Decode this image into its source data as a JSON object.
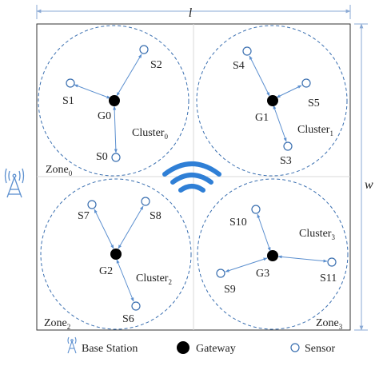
{
  "colors": {
    "cluster_border": "#3a6fb0",
    "link": "#5b8fcf",
    "gateway": "#000000",
    "sensor_stroke": "#3a6fb0",
    "wifi": "#2f7fd6",
    "grid": "#d9d9d9",
    "frame": "#333333",
    "dimension_line": "#8aa9d4"
  },
  "dimensions": {
    "length": "l",
    "width": "w"
  },
  "zones": [
    {
      "id": "zone0",
      "label": "Zone",
      "sub": "0"
    },
    {
      "id": "zone1",
      "label": "Zone",
      "sub": "2"
    },
    {
      "id": "zone3",
      "label": "Zone",
      "sub": "3"
    }
  ],
  "clusters": [
    {
      "id": "cluster0",
      "label": "Cluster",
      "sub": "0"
    },
    {
      "id": "cluster1",
      "label": "Cluster",
      "sub": "1"
    },
    {
      "id": "cluster2",
      "label": "Cluster",
      "sub": "2"
    },
    {
      "id": "cluster3",
      "label": "Cluster",
      "sub": "3"
    }
  ],
  "gateways": [
    "G0",
    "G1",
    "G2",
    "G3"
  ],
  "sensors": [
    "S0",
    "S1",
    "S2",
    "S3",
    "S4",
    "S5",
    "S6",
    "S7",
    "S8",
    "S9",
    "S10",
    "S11"
  ],
  "legend": {
    "base_station": "Base Station",
    "gateway": "Gateway",
    "sensor": "Sensor"
  },
  "icons": {
    "base_station": "antenna-tower-icon",
    "wireless": "wifi-icon"
  }
}
